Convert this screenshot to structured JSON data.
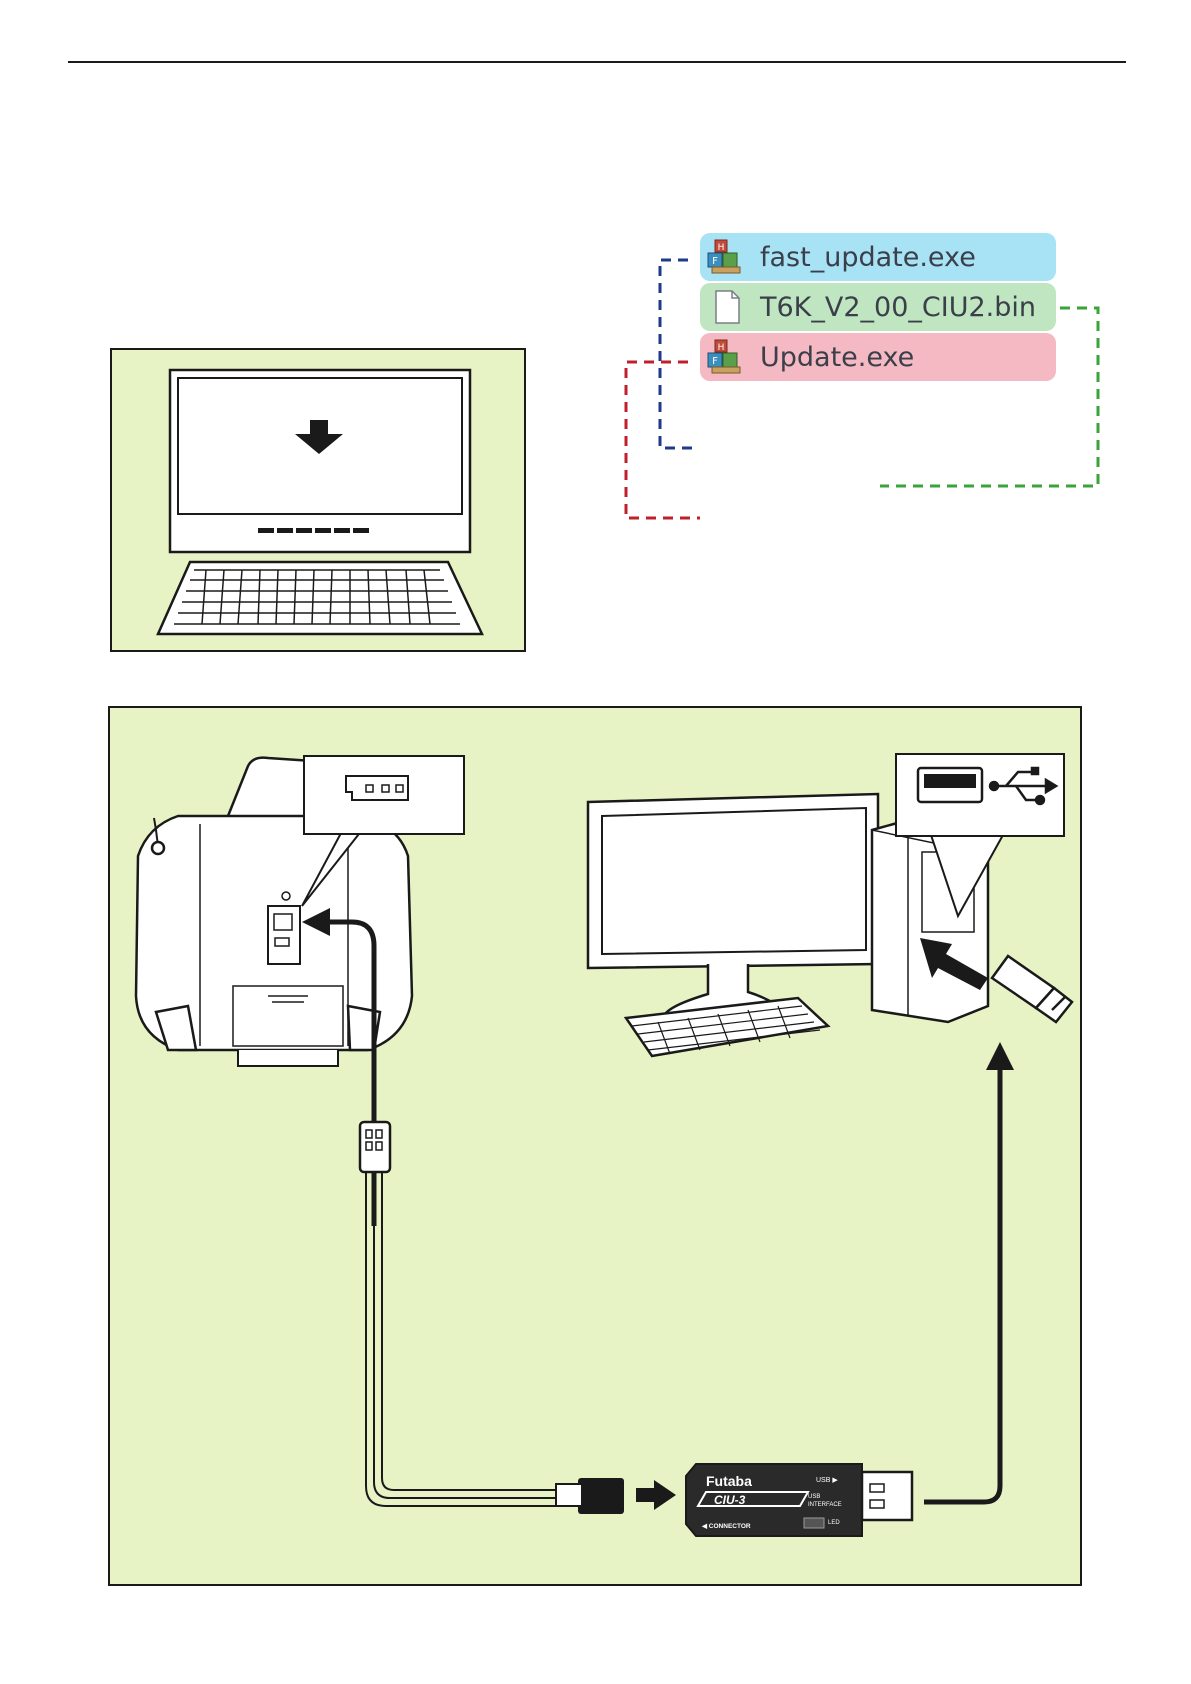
{
  "files": {
    "fast_update": {
      "label": "fast_update.exe",
      "icon": "installer-icon",
      "color": "#a8e2f5"
    },
    "bin_file": {
      "label": "T6K_V2_00_CIU2.bin",
      "icon": "document-icon",
      "color": "#bfe6c0"
    },
    "update": {
      "label": "Update.exe",
      "icon": "installer-icon",
      "color": "#f4b9c3"
    }
  },
  "colors": {
    "panel_fill": "#e8f3c5",
    "panel_border": "#1a1a1a",
    "dash_blue": "#1e3a8a",
    "dash_green": "#3aa33a",
    "dash_red": "#c0202a"
  },
  "ciu": {
    "brand": "Futaba",
    "model": "CIU-3",
    "usb": "USB ▶",
    "interface_line1": "USB",
    "interface_line2": "INTERFACE",
    "connector": "◀ CONNECTOR",
    "led": "LED"
  }
}
